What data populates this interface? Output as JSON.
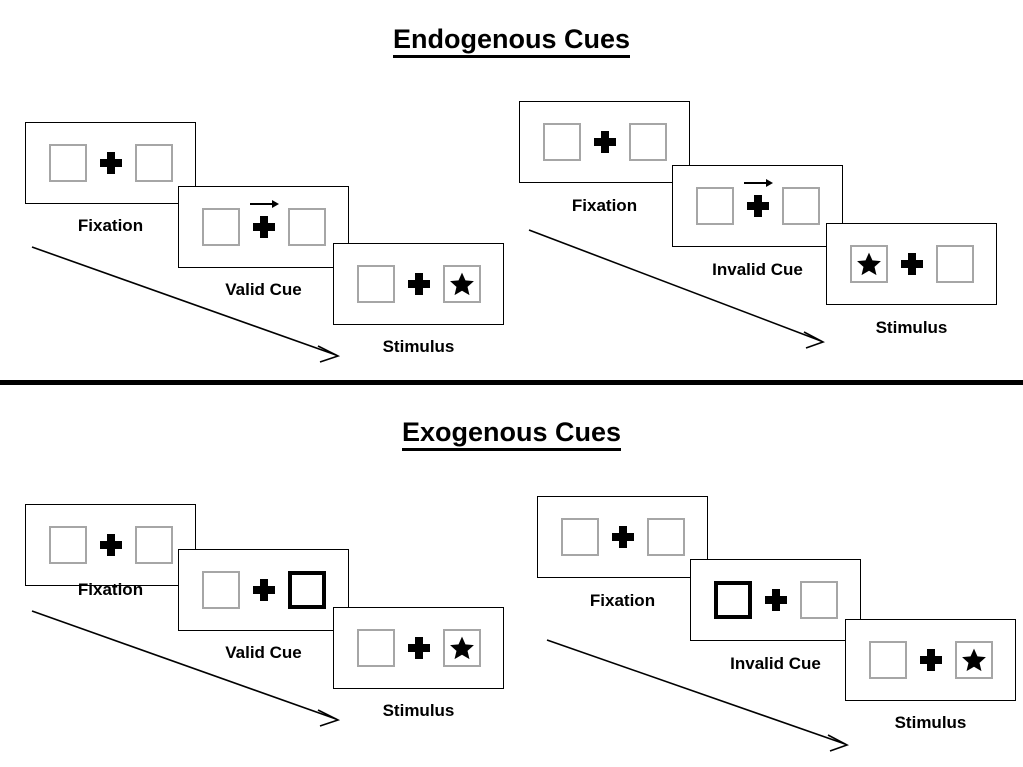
{
  "sections": [
    {
      "title": "Endogenous Cues",
      "groups": [
        {
          "name": "endogenous-valid",
          "panels": [
            {
              "caption": "Fixation",
              "cue": "none",
              "left_content": "empty",
              "right_content": "empty"
            },
            {
              "caption": "Valid Cue",
              "cue": "arrow-right",
              "left_content": "empty",
              "right_content": "empty"
            },
            {
              "caption": "Stimulus",
              "cue": "none",
              "left_content": "empty",
              "right_content": "star"
            }
          ]
        },
        {
          "name": "endogenous-invalid",
          "panels": [
            {
              "caption": "Fixation",
              "cue": "none",
              "left_content": "empty",
              "right_content": "empty"
            },
            {
              "caption": "Invalid Cue",
              "cue": "arrow-right",
              "left_content": "empty",
              "right_content": "empty"
            },
            {
              "caption": "Stimulus",
              "cue": "none",
              "left_content": "star",
              "right_content": "empty"
            }
          ]
        }
      ]
    },
    {
      "title": "Exogenous Cues",
      "groups": [
        {
          "name": "exogenous-valid",
          "panels": [
            {
              "caption": "Fixation",
              "cue": "none",
              "left_content": "empty",
              "right_content": "empty"
            },
            {
              "caption": "Valid Cue",
              "cue": "box-highlight-right",
              "left_content": "empty",
              "right_content": "empty"
            },
            {
              "caption": "Stimulus",
              "cue": "none",
              "left_content": "empty",
              "right_content": "star"
            }
          ]
        },
        {
          "name": "exogenous-invalid",
          "panels": [
            {
              "caption": "Fixation",
              "cue": "none",
              "left_content": "empty",
              "right_content": "empty"
            },
            {
              "caption": "Invalid Cue",
              "cue": "box-highlight-left",
              "left_content": "empty",
              "right_content": "empty"
            },
            {
              "caption": "Stimulus",
              "cue": "none",
              "left_content": "empty",
              "right_content": "star"
            }
          ]
        }
      ]
    }
  ],
  "colors": {
    "background": "#ffffff",
    "ink": "#000000",
    "box_border": "#a6a6a6",
    "panel_border": "#000000",
    "cued_box_border": "#000000"
  },
  "icons": {
    "fixation_cross": "plus-icon",
    "target": "star-icon",
    "endogenous_cue": "arrow-right-icon",
    "exogenous_cue": "thick-box-icon",
    "time_flow": "diagonal-arrow-icon"
  }
}
